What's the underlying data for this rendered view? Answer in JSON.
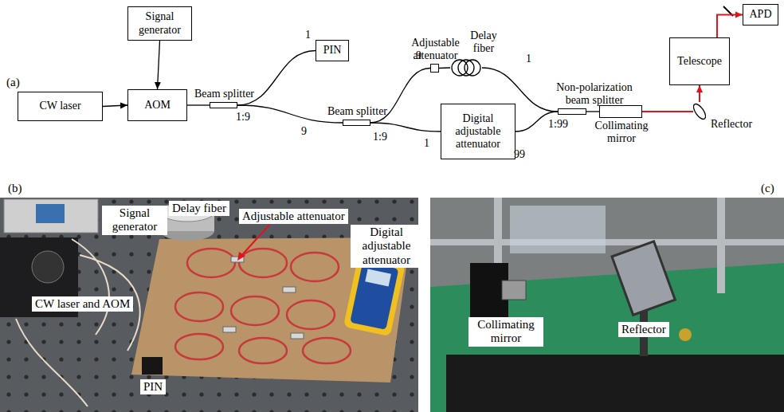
{
  "diagram": {
    "nodes": [
      {
        "text": [
          "CW laser"
        ]
      },
      {
        "text": [
          "Signal generator"
        ]
      },
      {
        "text": [
          "AOM"
        ]
      },
      {
        "text": [
          "Beam splitter"
        ]
      },
      {
        "text": [
          "PIN"
        ]
      },
      {
        "text": [
          "Beam splitter"
        ]
      },
      {
        "text": [
          "Adjustable attenuator"
        ]
      },
      {
        "text": [
          "Delay fiber"
        ]
      },
      {
        "text": [
          "Digital adjustable attenuator"
        ]
      },
      {
        "text": [
          "Non-polarization beam splitter"
        ]
      },
      {
        "text": [
          "Collimating mirror"
        ]
      },
      {
        "text": [
          "Reflector"
        ]
      },
      {
        "text": [
          "Telescope"
        ]
      },
      {
        "text": [
          "APD"
        ]
      }
    ],
    "edges": [
      {
        "from": 0,
        "to": 2,
        "arrow": "to"
      },
      {
        "from": 1,
        "to": 2,
        "arrow": "to"
      },
      {
        "from": 2,
        "to": 3,
        "arrow": "none"
      },
      {
        "from": 3,
        "to": 4,
        "arrow": "none"
      },
      {
        "from": 3,
        "to": 5,
        "arrow": "none"
      },
      {
        "from": 5,
        "to": 6,
        "arrow": "none"
      },
      {
        "from": 6,
        "to": 7,
        "arrow": "none"
      },
      {
        "from": 7,
        "to": 9,
        "arrow": "none"
      },
      {
        "from": 5,
        "to": 8,
        "arrow": "none"
      },
      {
        "from": 8,
        "to": 9,
        "arrow": "none"
      },
      {
        "from": 9,
        "to": 10,
        "arrow": "none"
      },
      {
        "from": 10,
        "to": 11,
        "arrow": "none"
      },
      {
        "from": 11,
        "to": 12,
        "arrow": "to"
      },
      {
        "from": 12,
        "to": 13,
        "arrow": "to"
      }
    ],
    "labels": [
      "(a)",
      "1",
      "9",
      "1:9",
      "9",
      "1",
      "1:9",
      "1",
      "99",
      "1:99",
      "(b)",
      "Signal generator",
      "Delay fiber",
      "Adjustable attenuator",
      "Digital adjustable attenuator",
      "CW laser and AOM",
      "PIN",
      "(c)",
      "Collimating mirror",
      "Reflector"
    ]
  }
}
